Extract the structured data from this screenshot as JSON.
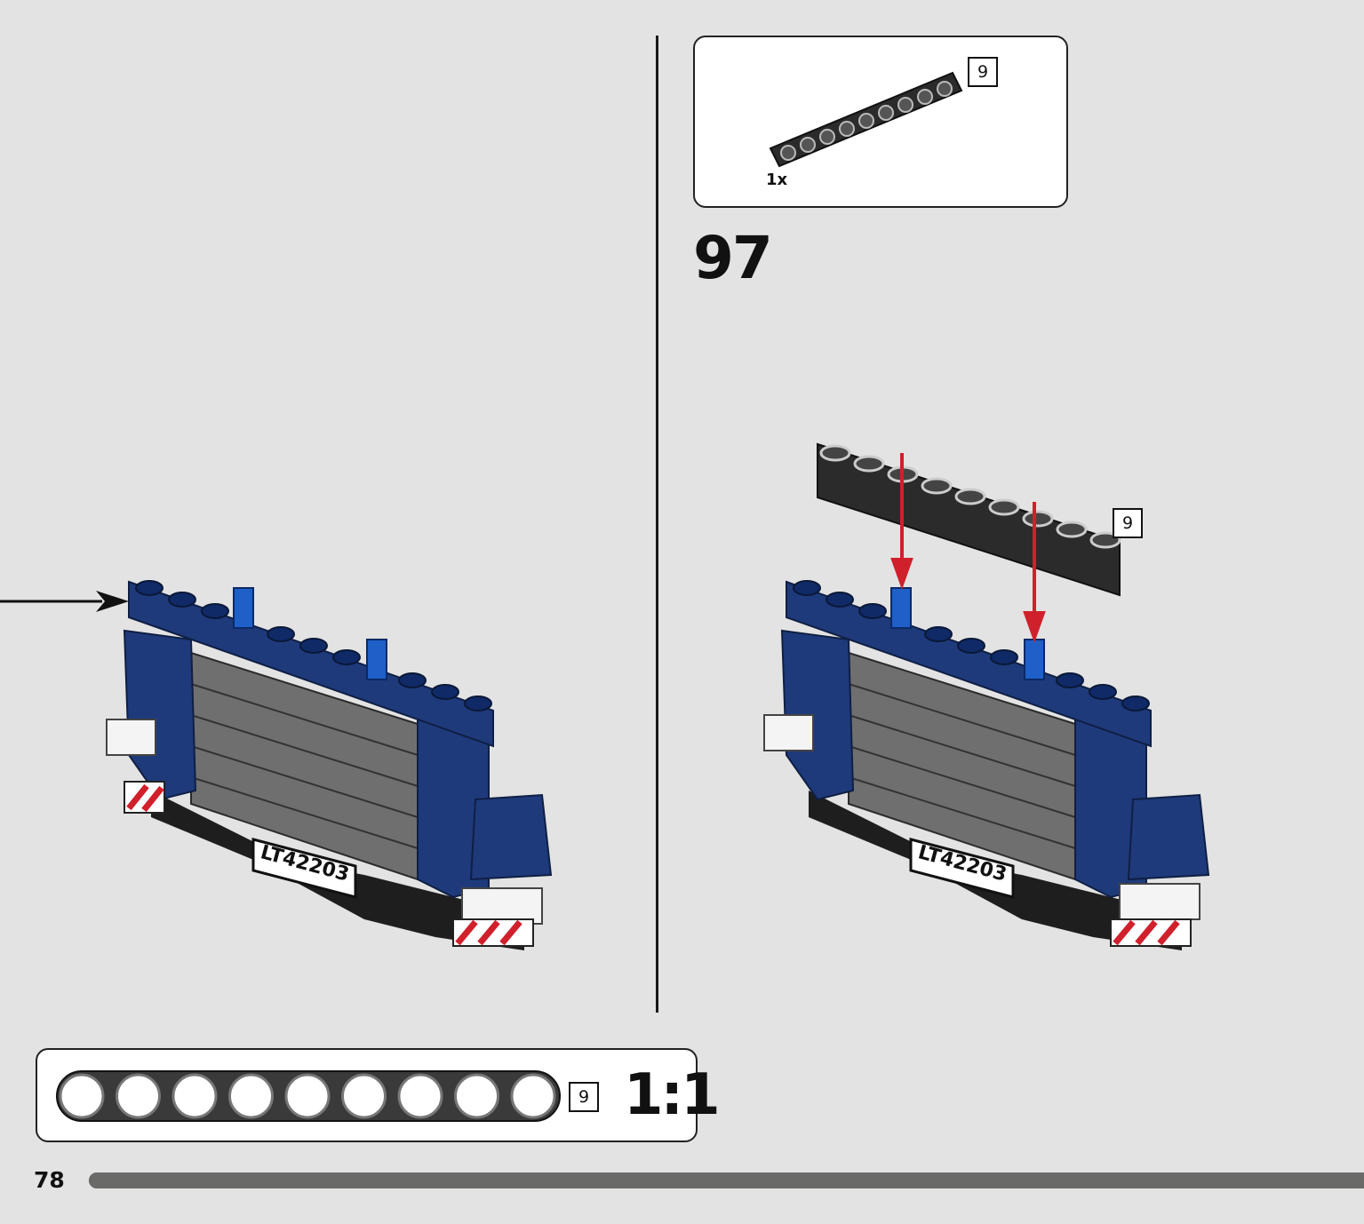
{
  "page": {
    "number": "78",
    "step": "97",
    "progress_fraction": 1.0
  },
  "parts_callout": {
    "part_length": "9",
    "quantity": "1x"
  },
  "assembly": {
    "beam_length_label": "9",
    "plate_text": "LT42203"
  },
  "scale_ruler": {
    "length_label": "9",
    "scale": "1:1",
    "hole_count": 9
  },
  "colors": {
    "background": "#e3e3e3",
    "frame_blue": "#1e3a7a",
    "pin_blue": "#1f5fc8",
    "beam_black": "#2b2b2b",
    "arrow_red": "#d0202c",
    "progress": "#6a6a68"
  }
}
